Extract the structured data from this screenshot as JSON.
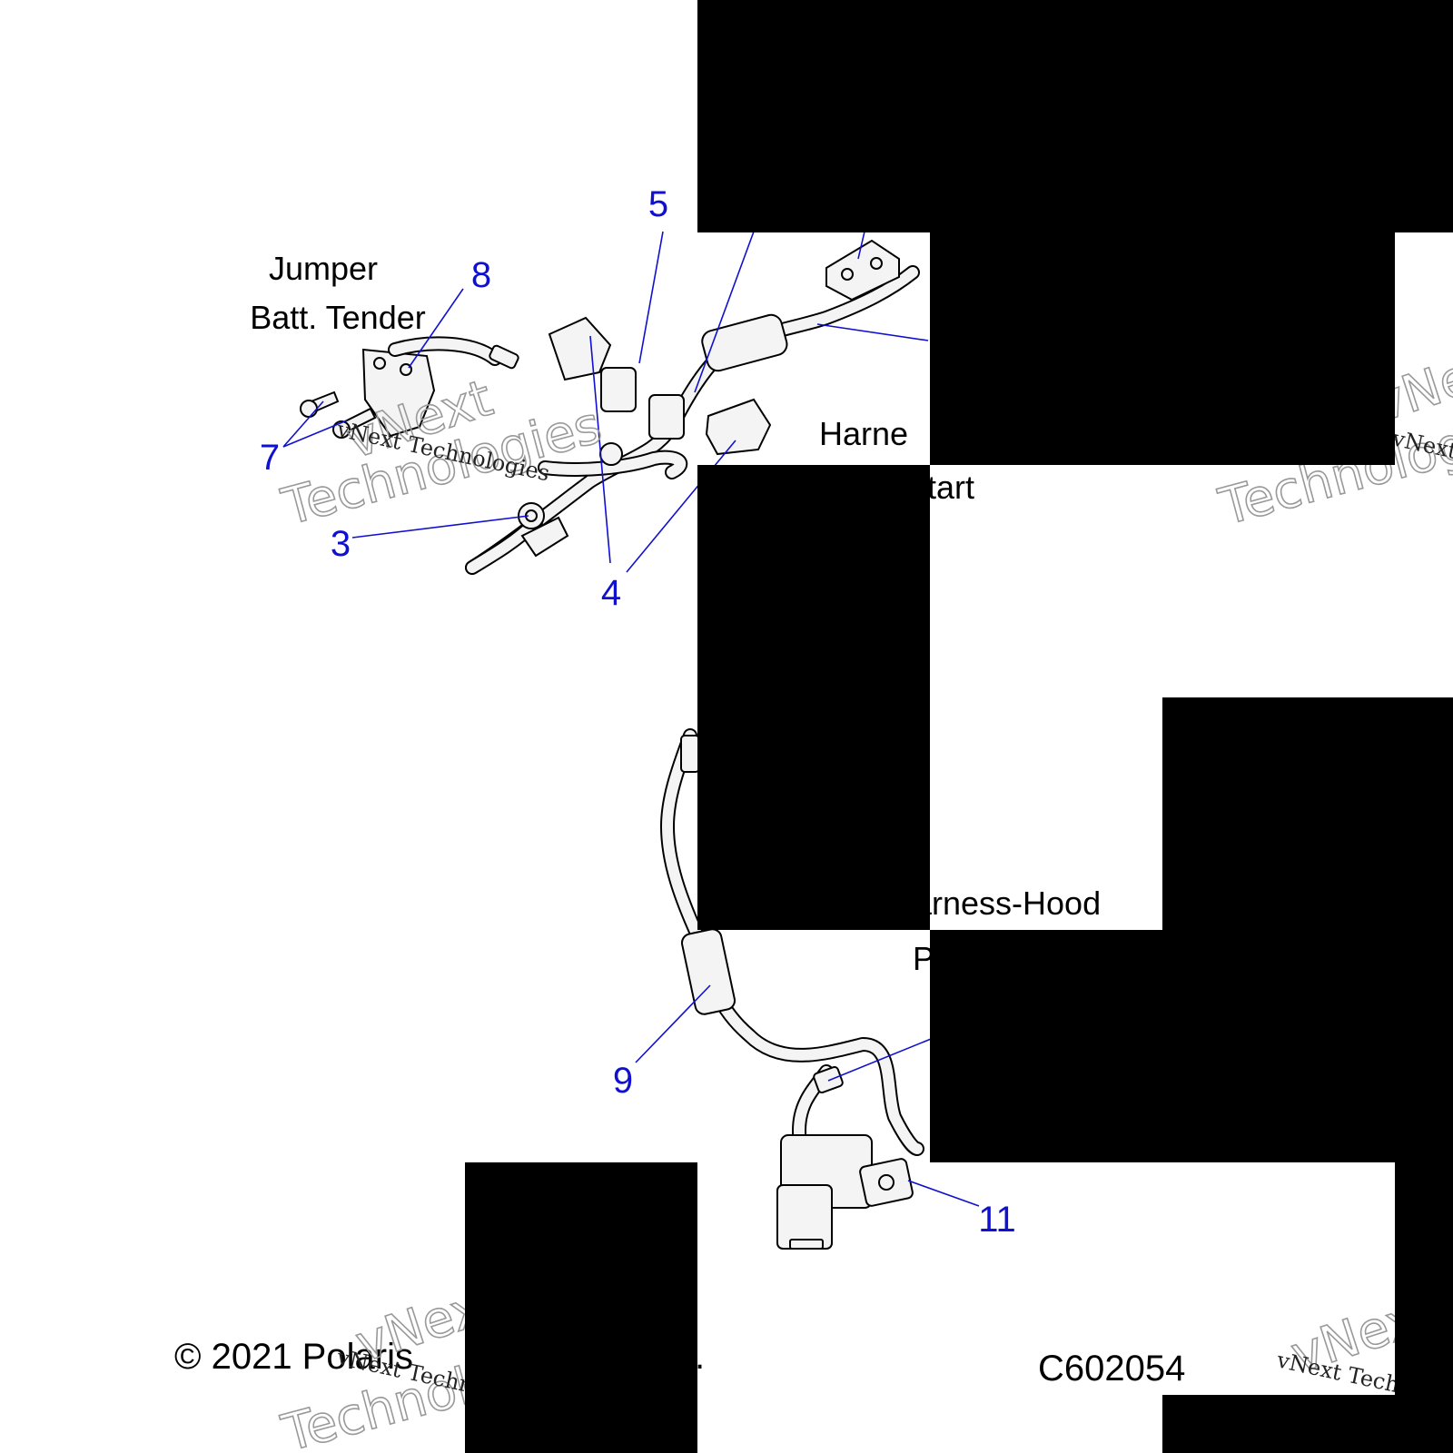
{
  "callouts": {
    "c3": "3",
    "c4": "4",
    "c5": "5",
    "c7": "7",
    "c8": "8",
    "c9": "9",
    "c11": "11"
  },
  "labels": {
    "jumper": "Jumper",
    "batt_tender": "Batt. Tender",
    "harness_fragment": "Harne",
    "start_fragment": "start",
    "hood_fragment": "arness-Hood",
    "p_fragment": "P"
  },
  "footer": {
    "copyright_visible": "© 2021 Polaris",
    "copyright_tail": ".",
    "diagram_code": "C602054"
  },
  "watermark": {
    "line1": "vNext Technologies",
    "outline1": "vNext",
    "outline2": "Technologies"
  },
  "colors": {
    "callout": "#1010d0",
    "mask": "#000000",
    "background": "#ffffff"
  }
}
